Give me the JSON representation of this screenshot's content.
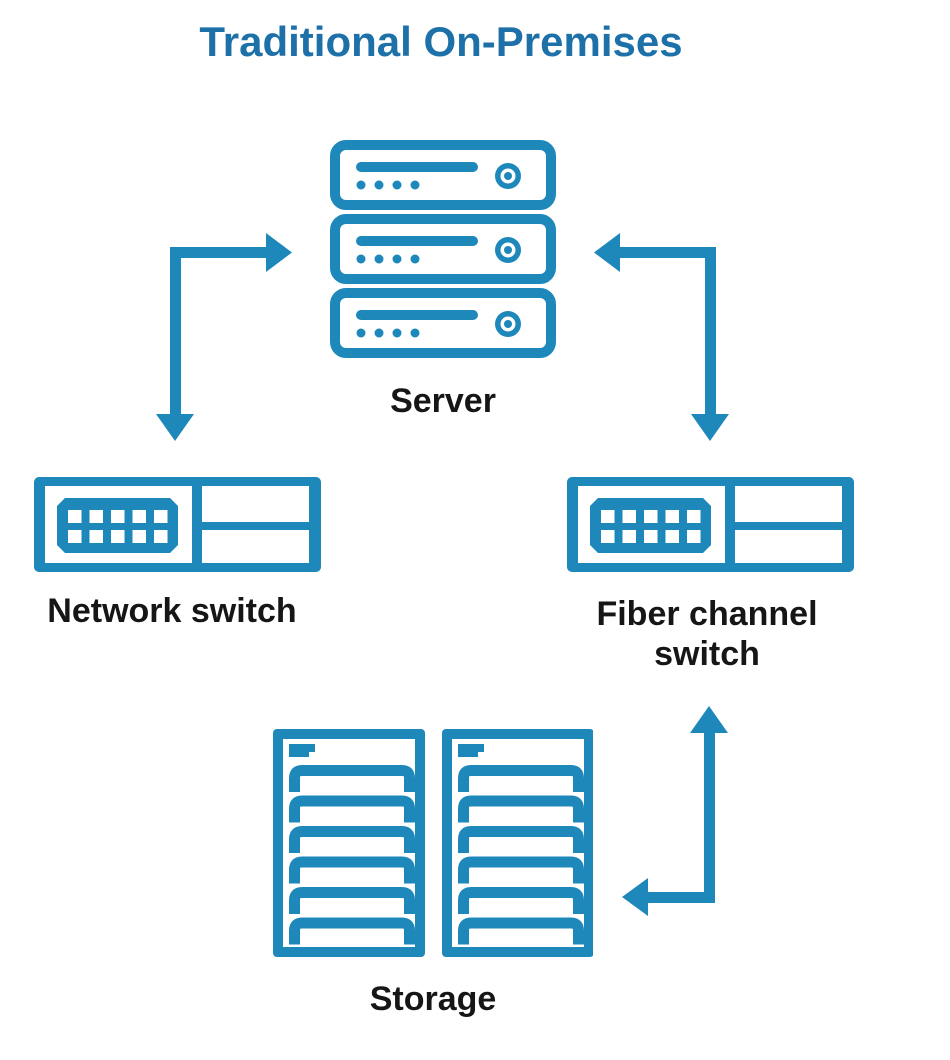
{
  "title": "Traditional On-Premises",
  "colors": {
    "accent": "#1e88bb",
    "title_text": "#1d70a8",
    "label_text": "#161616"
  },
  "nodes": [
    {
      "id": "server",
      "label": "Server",
      "icon": "server-rack-icon"
    },
    {
      "id": "network-switch",
      "label": "Network switch",
      "icon": "switch-icon"
    },
    {
      "id": "fiber-channel-switch",
      "label": "Fiber channel switch",
      "label_lines": [
        "Fiber channel",
        "switch"
      ],
      "icon": "switch-icon"
    },
    {
      "id": "storage",
      "label": "Storage",
      "icon": "storage-rack-icon"
    }
  ],
  "connections": [
    {
      "between": [
        "network-switch",
        "server"
      ],
      "style": "elbow",
      "arrowheads": "both"
    },
    {
      "between": [
        "fiber-channel-switch",
        "server"
      ],
      "style": "elbow",
      "arrowheads": "both"
    },
    {
      "between": [
        "storage",
        "fiber-channel-switch"
      ],
      "style": "elbow",
      "arrowheads": "both"
    }
  ]
}
